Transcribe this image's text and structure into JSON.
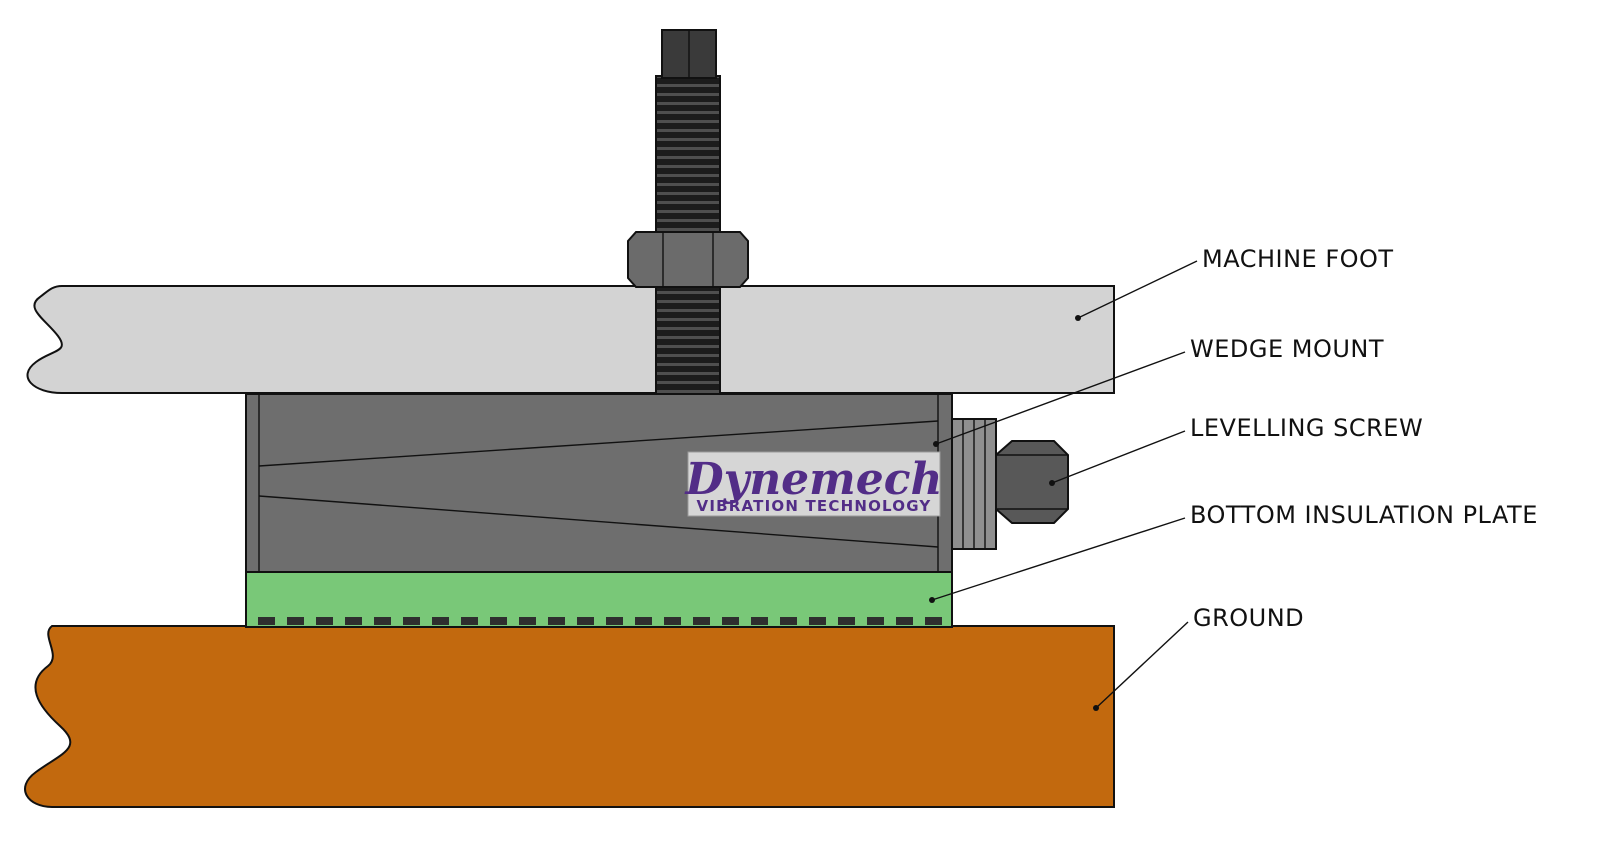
{
  "figure": {
    "type": "technical-diagram",
    "subject": "Wedge mount vibration isolation assembly (side section view)",
    "labels": {
      "machine_foot": "MACHINE FOOT",
      "wedge_mount": "WEDGE MOUNT",
      "levelling_screw": "LEVELLING SCREW",
      "bottom_insulation_plate": "BOTTOM INSULATION PLATE",
      "ground": "GROUND"
    },
    "logo": {
      "brand": "Dynemech",
      "tagline": "VIBRATION TECHNOLOGY"
    },
    "colors": {
      "machine_foot": "#d3d3d3",
      "wedge_mount": "#6e6e6e",
      "insulation_plate": "#79c878",
      "ground": "#c2690e",
      "rod_dark": "#1c1c1c",
      "nut": "#6b6b6b",
      "flange": "#8f8f8f",
      "screw_head": "#585858",
      "logo_bg": "#d6d6d6",
      "logo_text": "#522d87",
      "line": "#111111"
    }
  }
}
